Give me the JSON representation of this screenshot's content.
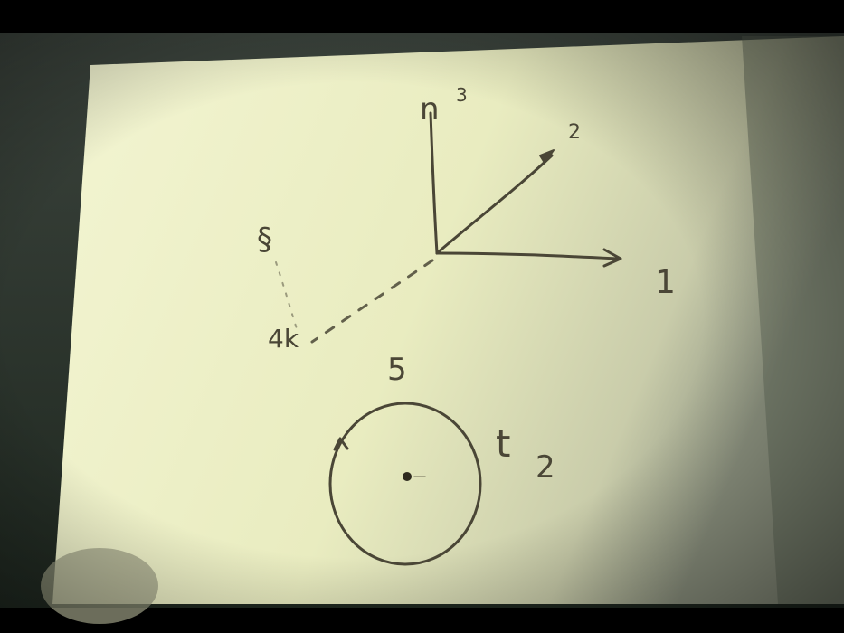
{
  "frame": {
    "letterbox_color": "#000000",
    "paper_color": "#eef0c4",
    "ink_color": "#4a4636",
    "wall_color": "#2b342b"
  },
  "labels": {
    "axis_up": "n",
    "axis_up_index": "3",
    "axis_diag": "2",
    "axis_right": "1",
    "dashed_end_top": "§",
    "dashed_end_bottom": "4k",
    "circle_top": "5",
    "circle_right": "t",
    "circle_right_sub": "2"
  }
}
